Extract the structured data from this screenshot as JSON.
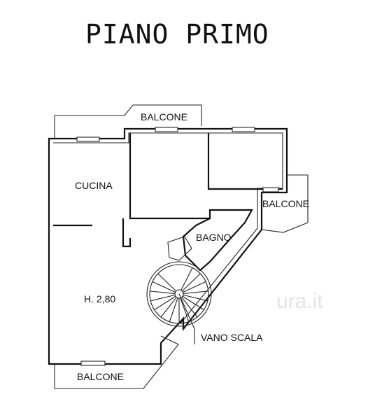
{
  "title": "PIANO PRIMO",
  "rooms": {
    "cucina": "CUCINA",
    "bagno": "BAGNO",
    "height": "H. 2,80",
    "vano_scala": "VANO SCALA"
  },
  "balconies": {
    "top": "BALCONE",
    "right": "BALCONE",
    "bottom": "BALCONE"
  },
  "colors": {
    "line": "#111111",
    "background": "#ffffff"
  }
}
